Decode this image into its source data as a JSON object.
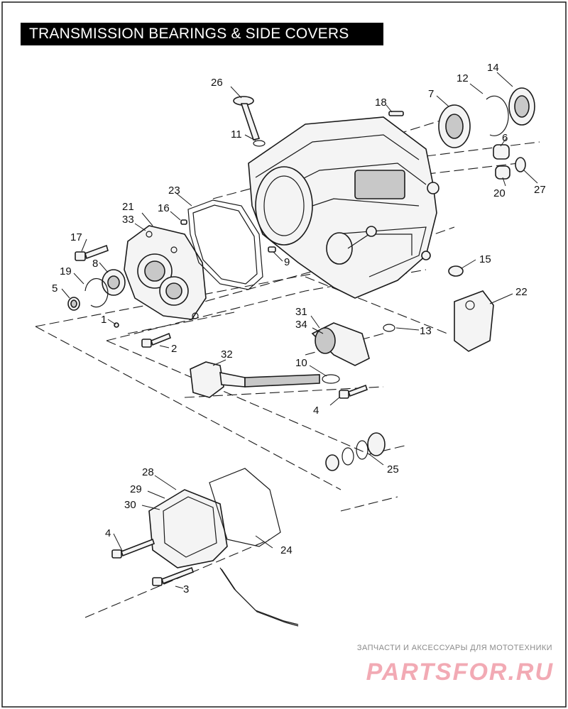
{
  "title": "TRANSMISSION BEARINGS & SIDE COVERS",
  "callouts": [
    "1",
    "2",
    "3",
    "4",
    "4",
    "5",
    "6",
    "7",
    "8",
    "9",
    "10",
    "11",
    "12",
    "13",
    "14",
    "15",
    "16",
    "17",
    "18",
    "19",
    "20",
    "21",
    "22",
    "23",
    "24",
    "25",
    "26",
    "27",
    "28",
    "29",
    "30",
    "31",
    "32",
    "33",
    "34"
  ],
  "watermark": {
    "caption": "ЗАПЧАСТИ И АКСЕССУАРЫ ДЛЯ МОТОТЕХНИКИ",
    "logo_text": "PARTSFOR.RU",
    "logo_color": "#f2aab4"
  }
}
